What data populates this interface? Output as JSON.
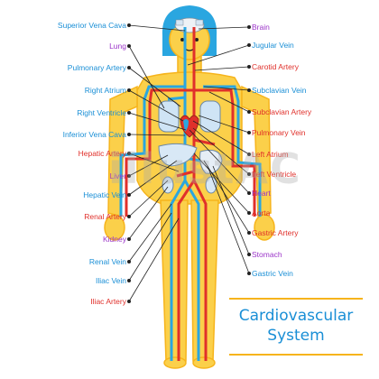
{
  "title": {
    "line1": "Cardiovascular",
    "line2": "System"
  },
  "watermark": "illustAC",
  "colors": {
    "vein": "#1a8fd6",
    "artery": "#e0302b",
    "organ_label": "#9b34c9",
    "body_fill": "#fbd04a",
    "body_outline": "#f6b41c",
    "hair": "#2aa6e0",
    "accent_line": "#f6b41c",
    "leader_line": "#222222"
  },
  "labels_left": [
    {
      "text": "Superior Vena Cava",
      "kind": "vein"
    },
    {
      "text": "Lung",
      "kind": "organ"
    },
    {
      "text": "Pulmonary Artery",
      "kind": "vein"
    },
    {
      "text": "Right Atrium",
      "kind": "vein"
    },
    {
      "text": "Right Ventricle",
      "kind": "vein"
    },
    {
      "text": "Inferior Vena Cava",
      "kind": "vein"
    },
    {
      "text": "Hepatic Artery",
      "kind": "artery"
    },
    {
      "text": "Liver",
      "kind": "organ"
    },
    {
      "text": "Hepatic Vein",
      "kind": "vein"
    },
    {
      "text": "Renal Artery",
      "kind": "artery"
    },
    {
      "text": "Kidney",
      "kind": "organ"
    },
    {
      "text": "Renal Vein",
      "kind": "vein"
    },
    {
      "text": "Iliac Vein",
      "kind": "vein"
    },
    {
      "text": "Iliac Artery",
      "kind": "artery"
    }
  ],
  "labels_right": [
    {
      "text": "Brain",
      "kind": "organ"
    },
    {
      "text": "Jugular Vein",
      "kind": "vein"
    },
    {
      "text": "Carotid Artery",
      "kind": "artery"
    },
    {
      "text": "Subclavian Vein",
      "kind": "vein"
    },
    {
      "text": "Subclavian Artery",
      "kind": "artery"
    },
    {
      "text": "Pulmonary Vein",
      "kind": "artery"
    },
    {
      "text": "Left Atrium",
      "kind": "artery"
    },
    {
      "text": "Left Ventricle",
      "kind": "artery"
    },
    {
      "text": "Heart",
      "kind": "organ"
    },
    {
      "text": "Aorta",
      "kind": "artery"
    },
    {
      "text": "Gastric Artery",
      "kind": "artery"
    },
    {
      "text": "Stomach",
      "kind": "organ"
    },
    {
      "text": "Gastric Vein",
      "kind": "vein"
    }
  ]
}
